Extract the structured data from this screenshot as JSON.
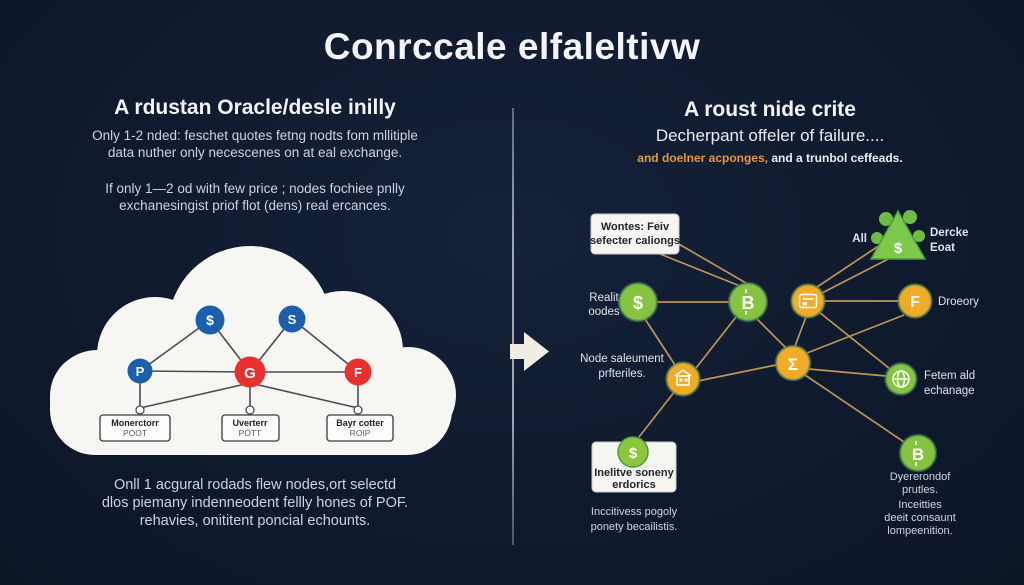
{
  "title": "Conrccale elfaleltivw",
  "left_panel": {
    "heading": "A rdustan Oracle/desle inilly",
    "intro": [
      "Only 1-2 nded: feschet quotes fetng nodts fom mllitiple",
      "data nuther only necescenes on at eal exchange."
    ],
    "body": [
      "If only 1—2 od with few price ; nodes fochiee pnlly",
      "exchanesingist priof flot (dens) real ercances."
    ],
    "cloud_nodes": {
      "dollar": "$",
      "s": "S",
      "p": "P",
      "g": "G",
      "f": "F"
    },
    "boxes": [
      {
        "line1": "Monerctorr",
        "line2": "POOT"
      },
      {
        "line1": "Uverterr",
        "line2": "POTT"
      },
      {
        "line1": "Bayr cotter",
        "line2": "ROIP"
      }
    ],
    "footer": [
      "Onll 1 acgural rodads flew nodes,ort selectd",
      "dlos piemany indenneodent fellly hones of POF.",
      "rehavies, onititent poncial echounts."
    ]
  },
  "right_panel": {
    "heading": "A roust nide crite",
    "subheading": "Decherpant offeler of failure....",
    "highlight_orange": "and doelner acponges,",
    "highlight_rest": " and a trunbol ceffeads.",
    "callout_box": [
      "Wontes: Feiv",
      "sefecter caliongs"
    ],
    "labels": {
      "realit": [
        "Realit",
        "oodes"
      ],
      "node_salement": [
        "Node saleument",
        "prfteriles."
      ],
      "all": "All",
      "dercke": [
        "Dercke",
        "Eoat"
      ],
      "droeory": "Droeory",
      "fetem": [
        "Fetem ald",
        "echanage"
      ],
      "incentive_box": [
        "Inelitve soneny",
        "erdorics"
      ],
      "incentive_caption": [
        "Inccitivess pogoly",
        "ponety becailistis."
      ],
      "dyerer": [
        "Dyererondof",
        "prutles."
      ],
      "inceit": [
        "Inceitties",
        "deeit consaunt",
        "lompeenition."
      ]
    },
    "nodes": {
      "dollar": "$",
      "btc": "B",
      "f": "F",
      "sigma": "Σ",
      "tri_dollar": "$",
      "incentive_dollar": "$",
      "btc2": "B"
    }
  },
  "colors": {
    "background": "#101a2e",
    "accent_orange": "#e09a3c",
    "node_green": "#86c341",
    "node_yellow": "#f0ab28",
    "node_blue": "#1c60ad",
    "node_red": "#e8312f",
    "edge_tan": "#bf9455",
    "cloud_white": "#f7f6f2"
  }
}
